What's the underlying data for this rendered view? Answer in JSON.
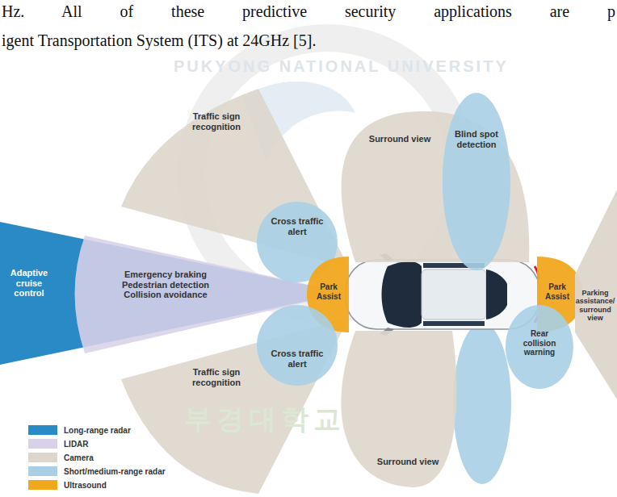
{
  "diagram": {
    "nodes": [
      {
        "text": [
          "Adaptive cruise control"
        ]
      },
      {
        "text": [
          "Emergency braking",
          "Pedestrian detection",
          "Collision avoidance"
        ]
      },
      {
        "text": [
          "Traffic sign recognition"
        ]
      },
      {
        "text": [
          "Traffic sign recognition"
        ]
      },
      {
        "text": [
          "Surround view"
        ]
      },
      {
        "text": [
          "Blind spot detection"
        ]
      },
      {
        "text": [
          "Cross traffic alert"
        ]
      },
      {
        "text": [
          "Park Assist"
        ]
      },
      {
        "text": [
          "Cross traffic alert"
        ]
      },
      {
        "text": [
          "Surround view"
        ]
      },
      {
        "text": [
          "Park Assist"
        ]
      },
      {
        "text": [
          "Rear collision warning"
        ]
      },
      {
        "text": [
          "Parking assistance/ surround view"
        ]
      }
    ],
    "labels": [
      "Hz. All of these predictive security applications are p",
      "igent Transportation System (ITS) at 24GHz [5].",
      "PUKYONG NATIONAL UNIVERSITY",
      "부경대학교"
    ],
    "legend": [
      {
        "text": "Long-range radar",
        "color": "#2a8ac6"
      },
      {
        "text": "LIDAR",
        "color": "#d8d1e8"
      },
      {
        "text": "Camera",
        "color": "#ddd6cc"
      },
      {
        "text": "Short/medium-range radar",
        "color": "#a9cfe6"
      },
      {
        "text": "Ultrasound",
        "color": "#f2a81d"
      }
    ]
  }
}
